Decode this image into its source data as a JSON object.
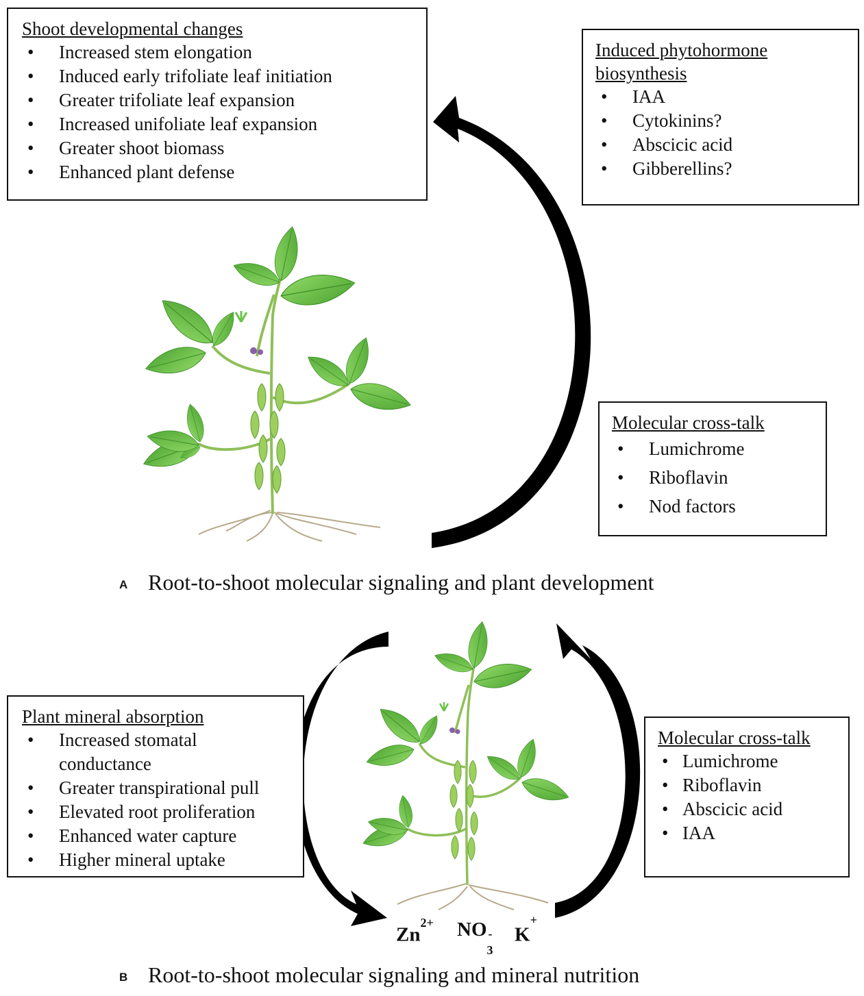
{
  "panel_a": {
    "caption_letter": "A",
    "caption_text": "Root-to-shoot molecular signaling and plant development",
    "shoot_box": {
      "title": "Shoot developmental changes",
      "items": [
        "Increased stem elongation",
        "Induced early trifoliate leaf initiation",
        "Greater trifoliate leaf expansion",
        "Increased unifoliate leaf expansion",
        "Greater shoot biomass",
        "Enhanced plant defense"
      ]
    },
    "hormone_box": {
      "title_line1": "Induced phytohormone",
      "title_line2": "biosynthesis",
      "items": [
        "IAA",
        "Cytokinins?",
        "Abscicic acid",
        "Gibberellins?"
      ]
    },
    "crosstalk_box": {
      "title": "Molecular cross-talk",
      "items": [
        "Lumichrome",
        "Riboflavin",
        "Nod factors"
      ]
    }
  },
  "panel_b": {
    "caption_letter": "B",
    "caption_text": "Root-to-shoot molecular signaling and mineral nutrition",
    "mineral_box": {
      "title": "Plant mineral absorption",
      "items": [
        "Increased stomatal conductance",
        "Greater transpirational pull",
        "Elevated root proliferation",
        "Enhanced water capture",
        "Higher mineral uptake"
      ]
    },
    "crosstalk_box": {
      "title": "Molecular cross-talk",
      "items": [
        "Lumichrome",
        "Riboflavin",
        "Abscicic acid",
        "IAA"
      ]
    },
    "ions": {
      "zn": "Zn",
      "zn_charge": "2+",
      "no": "NO",
      "no_sub": "3",
      "no_charge": "-",
      "k": "K",
      "k_charge": "+"
    }
  },
  "bullet": "•",
  "colors": {
    "leaf": "#6cc24a",
    "leaf_dark": "#3f8f2a",
    "stem": "#8fbf5a",
    "flower": "#8a5fa8",
    "arrow": "#000000"
  }
}
